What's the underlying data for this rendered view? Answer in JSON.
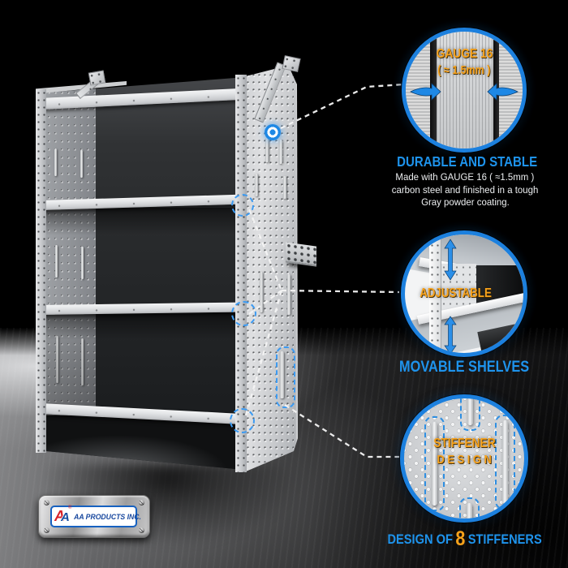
{
  "colors": {
    "accent_blue": "#1E88E5",
    "accent_orange": "#F7A21B",
    "heading_blue": "#1E93EC",
    "circle_ring_blue": "#1C80DE",
    "logo_red": "#D8232A",
    "logo_blue": "#174EA0",
    "body_text": "#EDEFF1"
  },
  "callout_gauge": {
    "badge_line1": "GAUGE 16",
    "badge_line2": "( ≈ 1.5mm )",
    "heading": "DURABLE AND STABLE",
    "body_line1": "Made with GAUGE 16 ( ≈1.5mm )",
    "body_line2": "carbon steel and finished in a tough",
    "body_line3": "Gray powder coating."
  },
  "callout_adjustable": {
    "badge": "ADJUSTABLE",
    "heading": "MOVABLE SHELVES"
  },
  "callout_stiffener": {
    "badge_line1": "STIFFENER",
    "badge_line2": "D E S I G N",
    "heading_prefix": "DESIGN OF",
    "heading_number": "8",
    "heading_suffix": "STIFFENERS"
  },
  "logo": {
    "mark_letter_red": "A",
    "mark_letter_blue": "A",
    "registered": "®",
    "company": "AA PRODUCTS INC."
  }
}
